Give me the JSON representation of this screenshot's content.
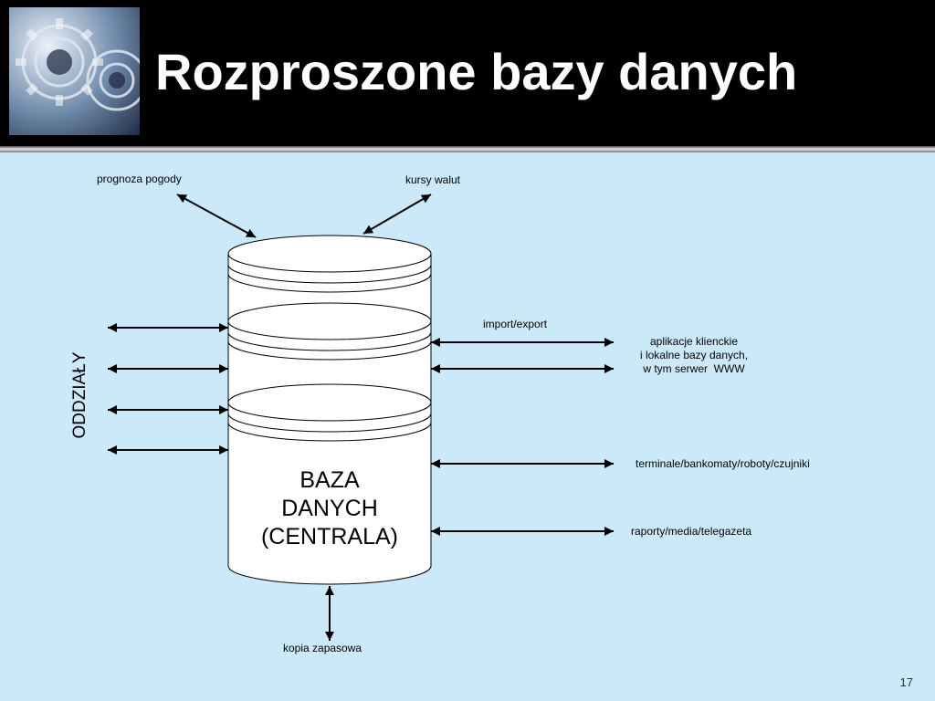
{
  "slide": {
    "title": "Rozproszone bazy danych",
    "page_number": "17"
  },
  "diagram": {
    "central": {
      "line1": "BAZA",
      "line2": "DANYCH",
      "line3": "(CENTRALA)"
    },
    "left_label": "ODDZIAŁY",
    "top_left_label": "prognoza pogody",
    "top_right_label": "kursy walut",
    "import_export_label": "import/export",
    "client_apps": {
      "line1": "aplikacje klienckie",
      "line2": "i lokalne bazy danych,",
      "line3": "w tym serwer  WWW"
    },
    "terminals_label": "terminale/bankomaty/roboty/czujniki",
    "reports_label": "raporty/media/telegazeta",
    "backup_label": "kopia zapasowa"
  },
  "colors": {
    "background": "#cce9f9",
    "header": "#000000",
    "cylinder_fill": "#ffffff",
    "stroke": "#000000"
  },
  "icons": {
    "logo": "gears-icon"
  }
}
